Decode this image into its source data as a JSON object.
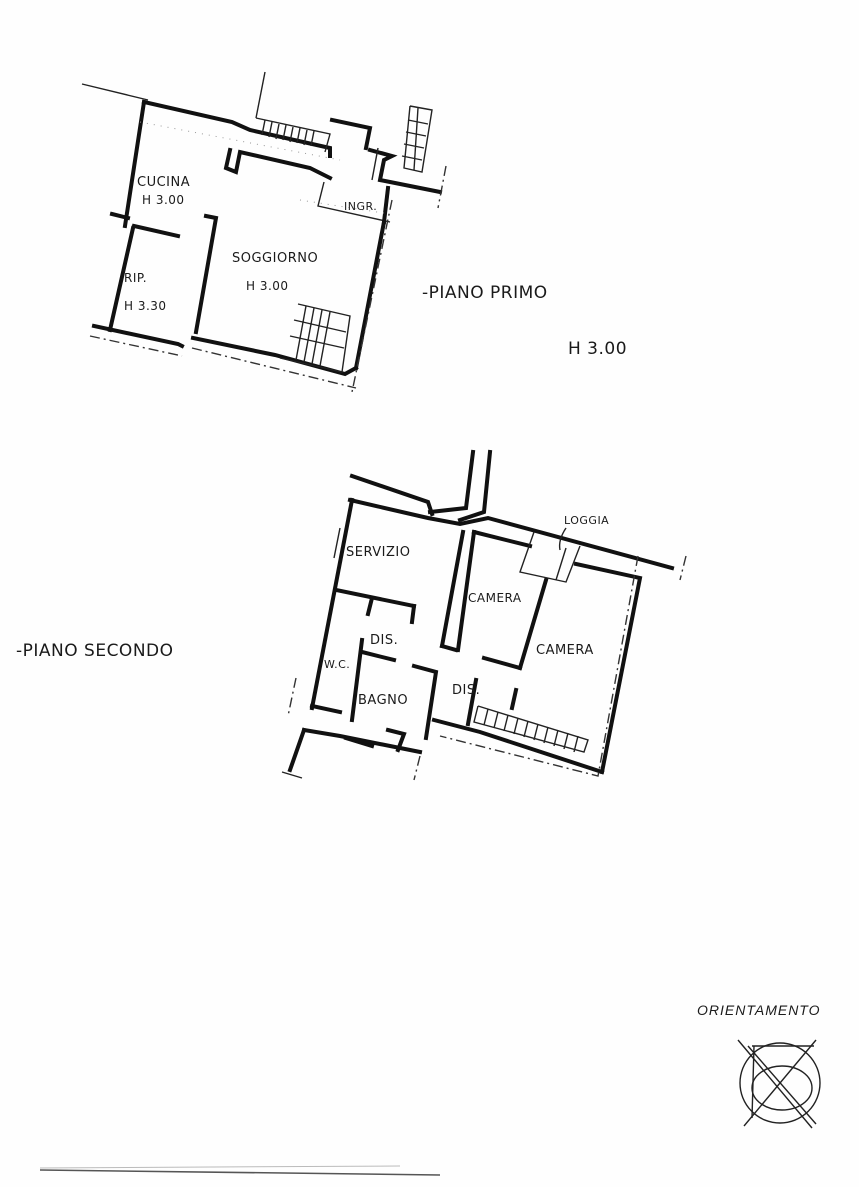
{
  "document": {
    "type": "architectural floor plan (scanned hand drawing)"
  },
  "first_floor": {
    "title": "-PIANO PRIMO",
    "height_label": "H 3.00",
    "rooms": [
      {
        "name": "CUCINA",
        "height": "H 3.00"
      },
      {
        "name": "RIP.",
        "height": "H 3.30"
      },
      {
        "name": "SOGGIORNO",
        "height": "H 3.00"
      },
      {
        "name": "INGR.",
        "height": ""
      }
    ]
  },
  "second_floor": {
    "title": "-PIANO SECONDO",
    "rooms": [
      {
        "name": "SERVIZIO"
      },
      {
        "name": "DIS."
      },
      {
        "name": "W.C."
      },
      {
        "name": "BAGNO"
      },
      {
        "name": "DIS."
      },
      {
        "name": "CAMERA"
      },
      {
        "name": "CAMERA"
      },
      {
        "name": "LOGGIA"
      }
    ]
  },
  "orientation": {
    "label": "ORIENTAMENTO",
    "icon": "compass-rose-icon"
  }
}
